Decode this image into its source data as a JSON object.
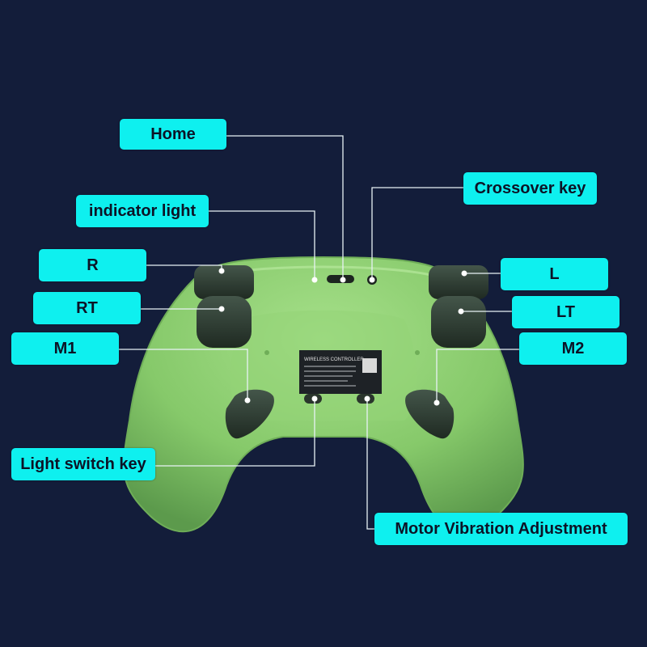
{
  "diagram": {
    "labels": {
      "home": "Home",
      "crossover_key": "Crossover key",
      "indicator_light": "indicator light",
      "r": "R",
      "l": "L",
      "rt": "RT",
      "lt": "LT",
      "m1": "M1",
      "m2": "M2",
      "light_switch_key": "Light switch key",
      "motor_vibration_adjustment": "Motor Vibration Adjustment"
    },
    "sticker": {
      "title": "WIRELESS CONTROLLER"
    }
  },
  "colors": {
    "background": "#131d3a",
    "label_fill": "#0ef0ef",
    "label_text": "#0c1326",
    "leader_line": "#e8f2f5",
    "controller_body": "#8ccf6e",
    "buttons": "#2f3d33"
  }
}
